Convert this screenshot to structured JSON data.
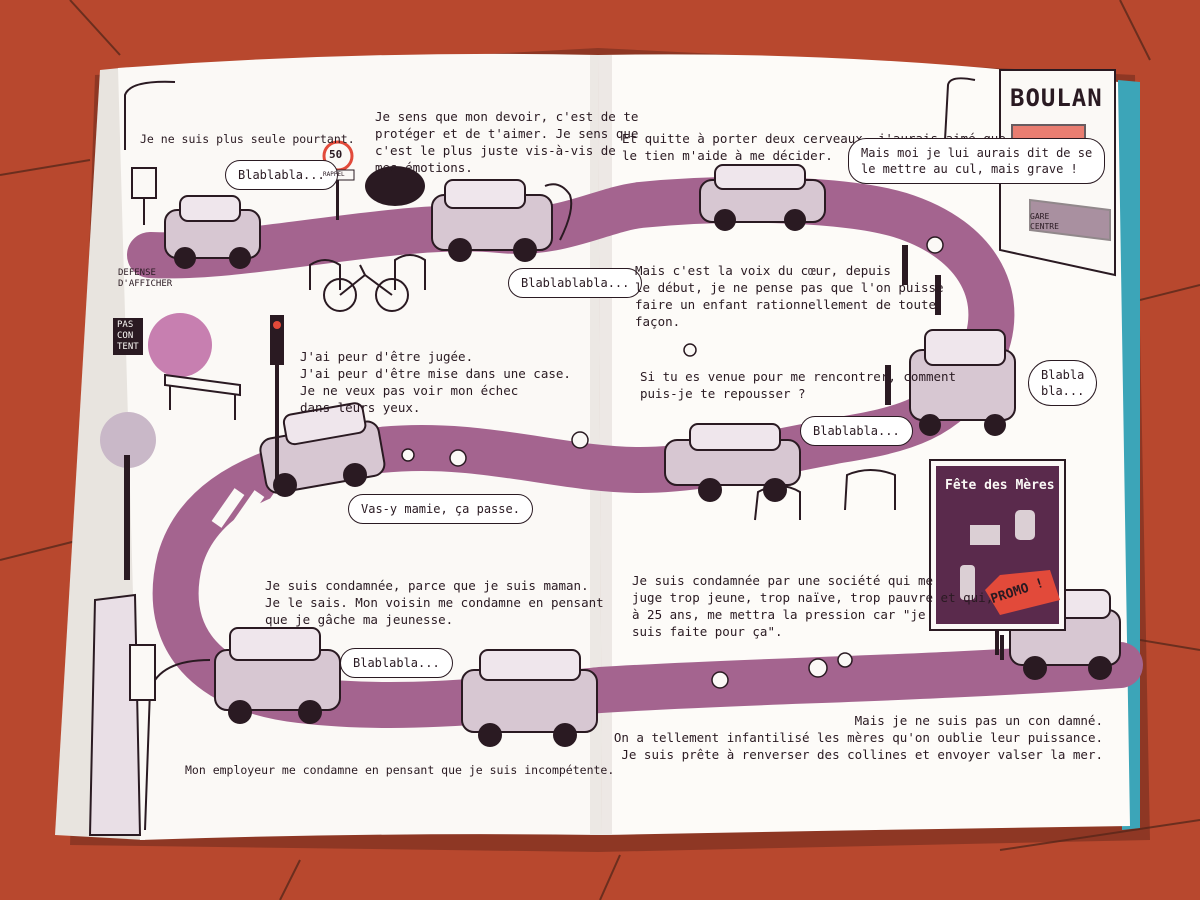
{
  "colors": {
    "floor": "#b8482e",
    "page": "#fbf9f6",
    "road": "#a4648f",
    "road_dark": "#8e4f7b",
    "ink": "#2a1a22",
    "car": "#d7c7d2",
    "poster": "#5a2a4c",
    "promo": "#e24a3a"
  },
  "left_page": {
    "text_alone": "Je ne suis plus seule pourtant.",
    "text_duty": "Je sens que mon devoir, c'est de te\nprotéger et de t'aimer. Je sens que\nc'est le plus juste vis-à-vis de\nmes émotions.",
    "text_fear": "J'ai peur d'être jugée.\nJ'ai peur d'être mise dans une case.\nJe ne veux pas voir mon échec\ndans leurs yeux.",
    "text_condemned": "Je suis condamnée, parce que je suis maman.\nJe le sais. Mon voisin me condamne en pensant\nque je gâche ma jeunesse.",
    "text_employer": "Mon employeur me condamne en pensant que je suis incompétente.",
    "bubble_1": "Blablabla...",
    "bubble_2": "Blablablabla...",
    "bubble_3": "Vas-y mamie, ça passe.",
    "bubble_4": "Blablabla...",
    "sign_speed": "50",
    "sign_speed_label": "RAPPEL",
    "poster_left": "DEFENSE\nD'AFFICHER",
    "poster_left_2": "PAS\nCON\nTENT"
  },
  "right_page": {
    "text_brains": "Et quitte à porter deux cerveaux, j'aurais aimé que\nle tien m'aide à me décider.",
    "text_heart": "Mais c'est la voix du cœur, depuis\nle début, je ne pense pas que l'on puisse\nfaire un enfant rationnellement de toute\nfaçon.",
    "text_meet": "Si tu es venue pour me rencontrer, comment\npuis-je te repousser ?",
    "text_society": "Je suis condamnée par une société qui me\njuge trop jeune, trop naïve, trop pauvre et qui,\nà 25 ans, me mettra la pression car \"je\nsuis faite pour ça\".",
    "text_final": "Mais je ne suis pas un con damné.\nOn a tellement infantilisé les mères qu'on oublie leur puissance.\nJe suis prête à renverser des collines et envoyer valser la mer.",
    "bubble_1": "Mais moi je lui aurais dit de se\nle mettre au cul, mais grave !",
    "bubble_2": "Blabla\nbla...",
    "bubble_3": "Blablabla...",
    "shop_sign": "BOULAN",
    "station_sign": "GARE\nCENTRE",
    "poster_title": "Fête des Mères",
    "poster_promo": "PROMO !"
  }
}
